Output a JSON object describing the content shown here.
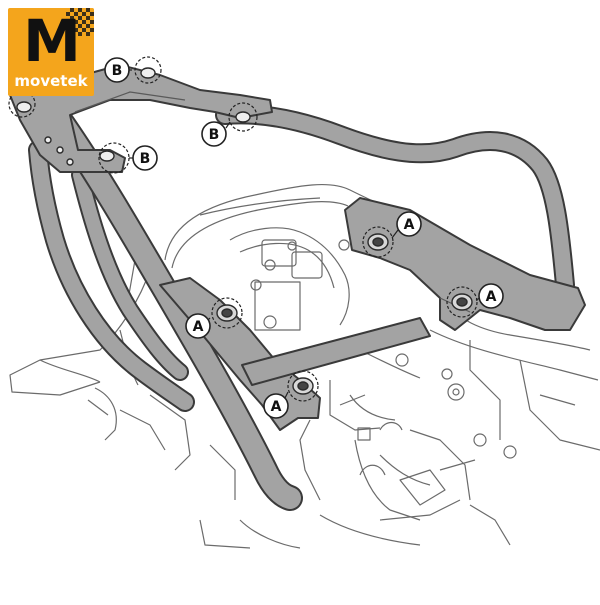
{
  "logo": {
    "mark": "M",
    "wordmark": "movetek",
    "accent": "#f4a51c"
  },
  "callouts": {
    "a": "A",
    "b": "B"
  },
  "colors": {
    "rack_fill": "#a3a3a3",
    "rack_stroke": "#3a3a3a",
    "line": "#555555"
  }
}
